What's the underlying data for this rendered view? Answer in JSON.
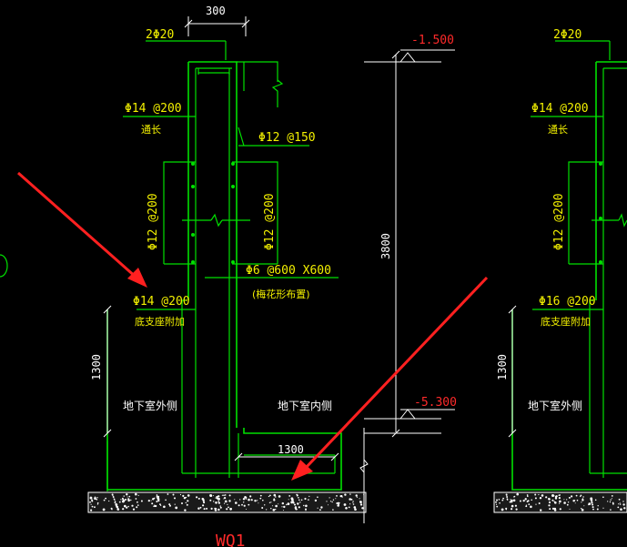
{
  "labels": {
    "dim_300": "300",
    "bar_2phi20": "2Φ20",
    "elev_top": "-1.500",
    "elev_bottom": "-5.300",
    "bar_phi14_200": "Φ14 @200",
    "tongchang": "通长",
    "bar_phi12_150": "Φ12 @150",
    "bar_phi12_200_left": "Φ12 @200",
    "bar_phi12_200_right": "Φ12 @200",
    "dim_3800": "3800",
    "tie_phi6": "Φ6 @600 X600",
    "meihua": "(梅花形布置)",
    "add_phi14_200": "Φ14 @200",
    "dizhi_fujia": "底支座附加",
    "dim_1300_vert": "1300",
    "outside": "地下室外侧",
    "inside": "地下室内侧",
    "dim_1300_horiz": "1300",
    "title": "WQ1",
    "right_bar_2phi20": "2Φ20",
    "right_phi14_200": "Φ14 @200",
    "right_tongchang": "通长",
    "right_phi12_200": "Φ12 @200",
    "right_add_phi16_200": "Φ16 @200",
    "right_dizhi_fujia": "底支座附加",
    "right_dim_1300": "1300",
    "right_outside": "地下室外侧"
  },
  "colors": {
    "background": "#000000",
    "lines": "#00e000",
    "text": "#f2f000",
    "elevation": "#ff2a2a",
    "arrow": "#ff2020"
  }
}
